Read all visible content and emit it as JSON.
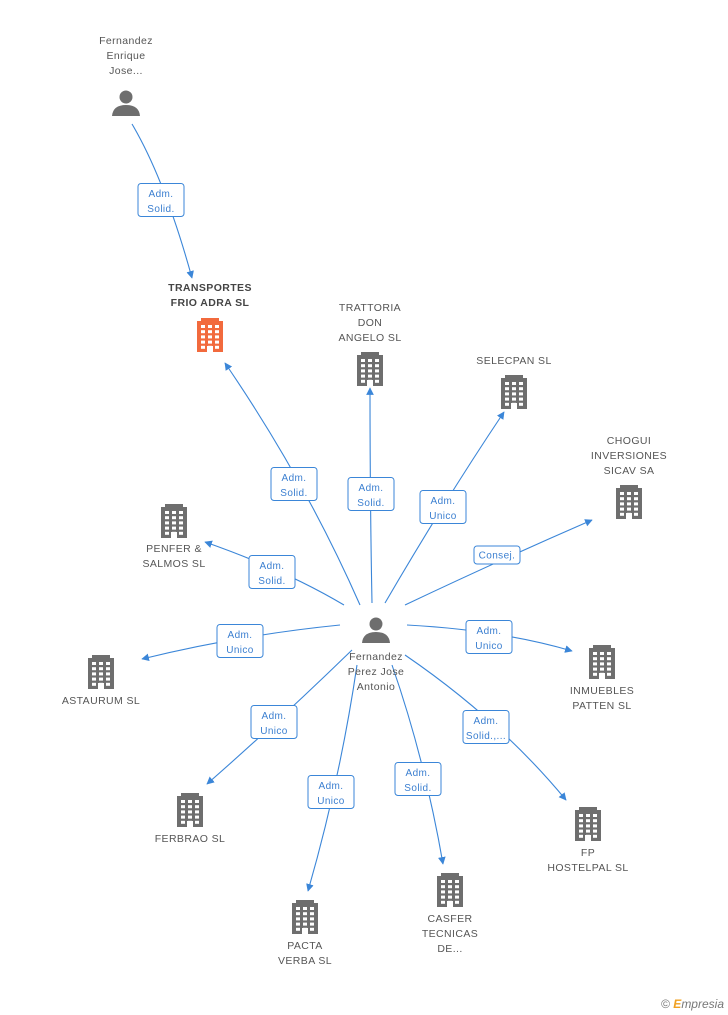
{
  "colors": {
    "edge": "#3b86d8",
    "node": "#6e6e6e",
    "main": "#f26a3d"
  },
  "nodes": [
    {
      "id": "fee",
      "kind": "person",
      "label": [
        "Fernandez",
        "Enrique",
        "Jose..."
      ]
    },
    {
      "id": "transportes",
      "kind": "company",
      "main": true,
      "label": [
        "TRANSPORTES",
        "FRIO ADRA  SL"
      ]
    },
    {
      "id": "trattoria",
      "kind": "company",
      "label": [
        "TRATTORIA",
        "DON",
        "ANGELO SL"
      ]
    },
    {
      "id": "selecpan",
      "kind": "company",
      "label": [
        "SELECPAN  SL"
      ]
    },
    {
      "id": "chogui",
      "kind": "company",
      "label": [
        "CHOGUI",
        "INVERSIONES",
        "SICAV SA"
      ]
    },
    {
      "id": "penfer",
      "kind": "company",
      "label": [
        "PENFER &",
        "SALMOS SL"
      ]
    },
    {
      "id": "fpja",
      "kind": "person",
      "label": [
        "Fernandez",
        "Perez Jose",
        "Antonio"
      ]
    },
    {
      "id": "astaurum",
      "kind": "company",
      "label": [
        "ASTAURUM  SL"
      ]
    },
    {
      "id": "inmuebles",
      "kind": "company",
      "label": [
        "INMUEBLES",
        "PATTEN SL"
      ]
    },
    {
      "id": "ferbrao",
      "kind": "company",
      "label": [
        "FERBRAO  SL"
      ]
    },
    {
      "id": "fp",
      "kind": "company",
      "label": [
        "FP",
        "HOSTELPAL SL"
      ]
    },
    {
      "id": "pacta",
      "kind": "company",
      "label": [
        "PACTA",
        "VERBA  SL"
      ]
    },
    {
      "id": "casfer",
      "kind": "company",
      "label": [
        "CASFER",
        "TECNICAS",
        "DE..."
      ]
    }
  ],
  "edges": [
    {
      "from": "fee",
      "to": "transportes",
      "label": [
        "Adm.",
        "Solid."
      ]
    },
    {
      "from": "fpja",
      "to": "transportes",
      "label": [
        "Adm.",
        "Solid."
      ]
    },
    {
      "from": "fpja",
      "to": "trattoria",
      "label": [
        "Adm.",
        "Solid."
      ]
    },
    {
      "from": "fpja",
      "to": "selecpan",
      "label": [
        "Adm.",
        "Unico"
      ]
    },
    {
      "from": "fpja",
      "to": "chogui",
      "label": [
        "Consej."
      ]
    },
    {
      "from": "fpja",
      "to": "penfer",
      "label": [
        "Adm.",
        "Solid."
      ]
    },
    {
      "from": "fpja",
      "to": "astaurum",
      "label": [
        "Adm.",
        "Unico"
      ]
    },
    {
      "from": "fpja",
      "to": "inmuebles",
      "label": [
        "Adm.",
        "Unico"
      ]
    },
    {
      "from": "fpja",
      "to": "ferbrao",
      "label": [
        "Adm.",
        "Unico"
      ]
    },
    {
      "from": "fpja",
      "to": "fp",
      "label": [
        "Adm.",
        "Solid.,..."
      ]
    },
    {
      "from": "fpja",
      "to": "pacta",
      "label": [
        "Adm.",
        "Unico"
      ]
    },
    {
      "from": "fpja",
      "to": "casfer",
      "label": [
        "Adm.",
        "Solid."
      ]
    }
  ],
  "brand": {
    "symbol": "©",
    "first_letter": "E",
    "rest": "mpresia"
  }
}
